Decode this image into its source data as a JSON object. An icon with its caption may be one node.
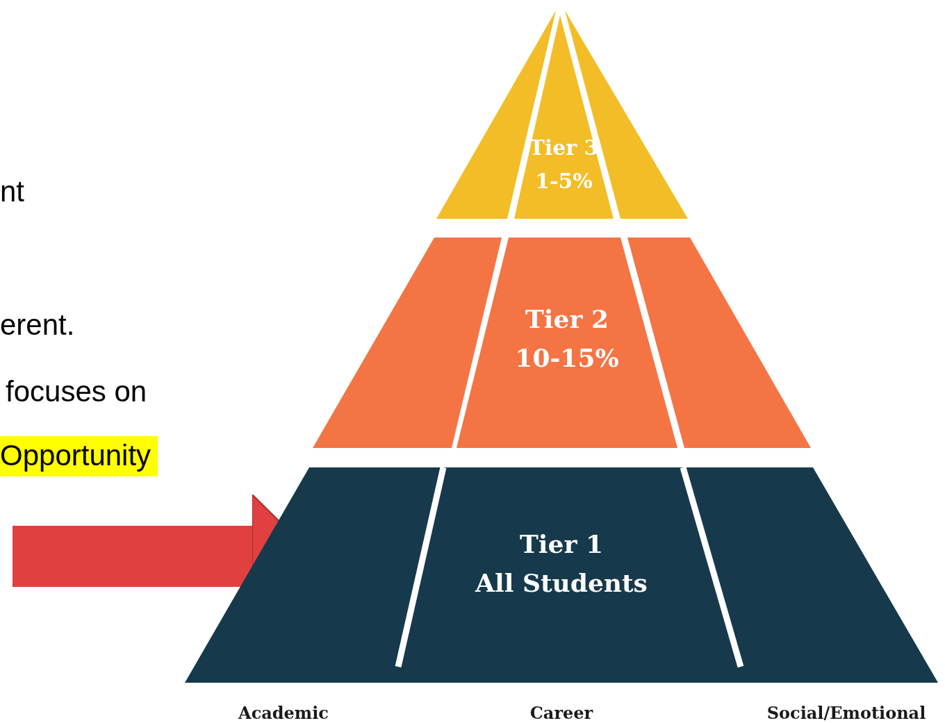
{
  "diagram": {
    "nodes": [
      {
        "text": [],
        "shape": "triangle"
      },
      {
        "text": [
          "Tier 3",
          "1-5%"
        ]
      },
      {
        "text": [],
        "shape": "triangle"
      },
      {
        "text": [],
        "shape": "trapezoid"
      },
      {
        "text": [
          "Tier 2",
          "10-15%"
        ]
      },
      {
        "text": [],
        "shape": "trapezoid"
      },
      {
        "text": [
          "Tier 1",
          "All Students"
        ]
      }
    ],
    "edges": [
      {
        "from": null,
        "to": 6,
        "arrow": "to"
      }
    ],
    "labels": [
      "nt",
      "erent.",
      "focuses on",
      "Opportunity",
      "Academic",
      "Career",
      "Social/Emotional"
    ]
  }
}
